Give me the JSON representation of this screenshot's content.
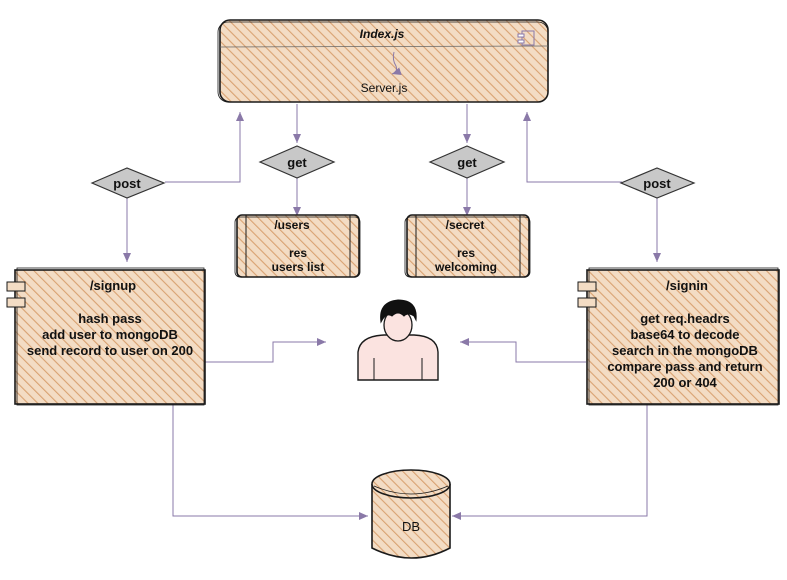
{
  "colors": {
    "box_fill": "#f3dcc4",
    "hatch": "#d9a272",
    "outline": "#1a1a1a",
    "arrow": "#8a79a8",
    "diamond": "#c8c8c8"
  },
  "index_box": {
    "title": "Index.js",
    "subtitle": "Server.js",
    "icon": "component-icon"
  },
  "connectors": {
    "post_left": "post",
    "get_users": "get",
    "get_secret": "get",
    "post_right": "post"
  },
  "users_box": {
    "title": "/users",
    "line1": "res",
    "line2": "users list"
  },
  "secret_box": {
    "title": "/secret",
    "line1": "res",
    "line2": "welcoming"
  },
  "signup_box": {
    "title": "/signup",
    "lines": [
      "hash pass",
      "add user to mongoDB",
      "send record to user on 200"
    ]
  },
  "signin_box": {
    "title": "/signin",
    "lines": [
      "get req.headrs",
      "base64 to decode",
      "search in the mongoDB",
      "compare pass and return",
      "200 or 404"
    ]
  },
  "user_figure": {
    "icon": "user-avatar-icon"
  },
  "db": {
    "label": "DB"
  }
}
